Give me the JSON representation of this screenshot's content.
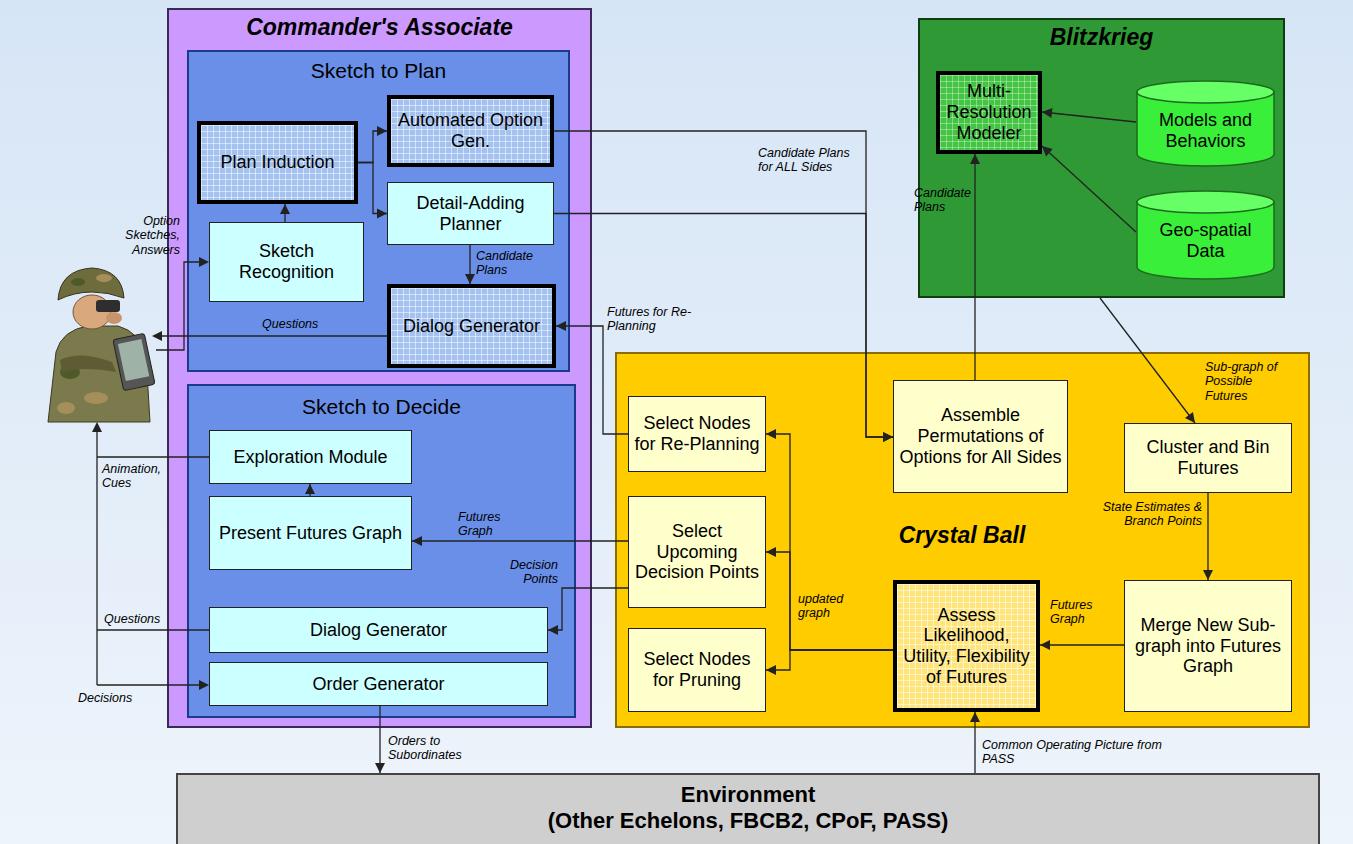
{
  "diagram": {
    "nodes": [
      {
        "text": [
          "Commander's Associate"
        ]
      },
      {
        "text": [
          "Sketch to Plan"
        ],
        "in": 0
      },
      {
        "text": [
          "Plan Induction"
        ],
        "in": 1
      },
      {
        "text": [
          "Automated Option Gen."
        ],
        "in": 1
      },
      {
        "text": [
          "Detail-Adding Planner"
        ],
        "in": 1
      },
      {
        "text": [
          "Sketch Recognition"
        ],
        "in": 1
      },
      {
        "text": [
          "Dialog Generator"
        ],
        "in": 1
      },
      {
        "text": [
          "Sketch to Decide"
        ],
        "in": 0
      },
      {
        "text": [
          "Exploration Module"
        ],
        "in": 7
      },
      {
        "text": [
          "Present Futures Graph"
        ],
        "in": 7
      },
      {
        "text": [
          "Dialog Generator"
        ],
        "in": 7
      },
      {
        "text": [
          "Order Generator"
        ],
        "in": 7
      },
      {
        "text": [
          "Blitzkrieg"
        ]
      },
      {
        "text": [
          "Multi-Resolution Modeler"
        ],
        "in": 12
      },
      {
        "text": [
          "Models and Behaviors"
        ],
        "in": 12
      },
      {
        "text": [
          "Geo-spatial Data"
        ],
        "in": 12
      },
      {
        "text": [
          "Crystal Ball"
        ]
      },
      {
        "text": [
          "Select Nodes for Re-Planning"
        ],
        "in": 16
      },
      {
        "text": [
          "Assemble Permutations of Options for All Sides"
        ],
        "in": 16
      },
      {
        "text": [
          "Cluster and Bin Futures"
        ],
        "in": 16
      },
      {
        "text": [
          "Select Upcoming Decision Points"
        ],
        "in": 16
      },
      {
        "text": [
          "Assess Likelihood, Utility, Flexibility of Futures"
        ],
        "in": 16
      },
      {
        "text": [
          "Merge New Sub-graph into Futures Graph"
        ],
        "in": 16
      },
      {
        "text": [
          "Select Nodes for Pruning"
        ],
        "in": 16
      },
      {
        "text": [
          "Environment",
          "(Other Echelons, FBCB2, CPoF, PASS)"
        ]
      }
    ],
    "edges": [
      {
        "from": 5,
        "to": 2,
        "arrow": "to"
      },
      {
        "from": 2,
        "to": 3,
        "arrow": "to"
      },
      {
        "from": 2,
        "to": 4,
        "arrow": "to"
      },
      {
        "from": 4,
        "to": 6,
        "label": "Candidate Plans",
        "arrow": "to"
      },
      {
        "from": 3,
        "to": 18,
        "label": "Candidate Plans for ALL Sides",
        "arrow": "to"
      },
      {
        "from": 4,
        "to": 18,
        "arrow": "to"
      },
      {
        "from": 18,
        "to": 13,
        "label": "Candidate Plans",
        "arrow": "to"
      },
      {
        "from": 14,
        "to": 13,
        "arrow": "to"
      },
      {
        "from": 15,
        "to": 13,
        "arrow": "to"
      },
      {
        "from": 12,
        "to": 19,
        "label": "Sub-graph of Possible Futures",
        "arrow": "to"
      },
      {
        "from": 19,
        "to": 22,
        "label": "State Estimates & Branch Points",
        "arrow": "to"
      },
      {
        "from": 22,
        "to": 21,
        "label": "Futures Graph",
        "arrow": "to"
      },
      {
        "from": 21,
        "to": 17,
        "arrow": "to"
      },
      {
        "from": 21,
        "to": 20,
        "label": "updated graph",
        "arrow": "to"
      },
      {
        "from": 21,
        "to": 23,
        "arrow": "to"
      },
      {
        "from": 17,
        "to": 6,
        "label": "Futures for Re-Planning",
        "arrow": "to"
      },
      {
        "from": 20,
        "to": 9,
        "label": "Futures Graph",
        "arrow": "to"
      },
      {
        "from": 20,
        "to": 10,
        "label": "Decision Points",
        "arrow": "to"
      },
      {
        "from": 9,
        "to": 8,
        "arrow": "to"
      },
      {
        "from": 11,
        "to": 24,
        "label": "Orders to Subordinates",
        "arrow": "to"
      },
      {
        "from": 24,
        "to": 21,
        "label": "Common Operating Picture from PASS",
        "arrow": "to"
      }
    ],
    "labels": [
      "Option Sketches, Answers",
      "Questions",
      "Animation, Cues",
      "Questions",
      "Decisions"
    ]
  }
}
